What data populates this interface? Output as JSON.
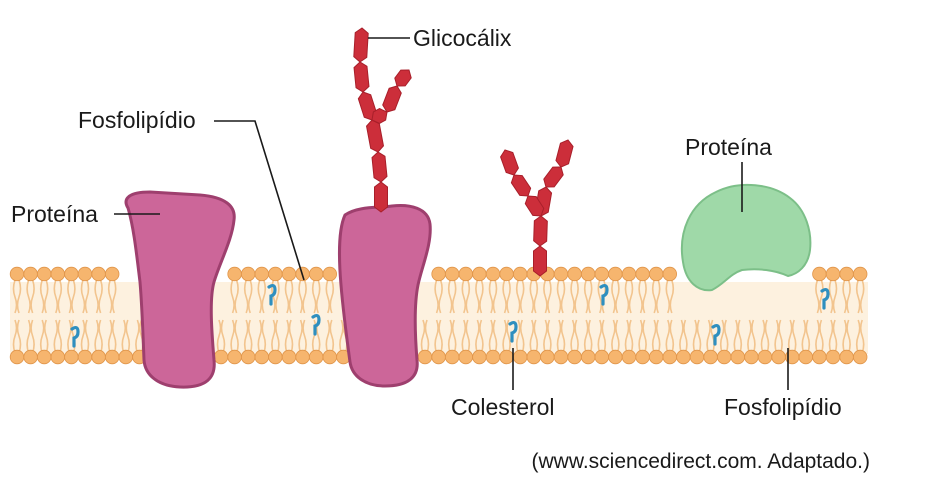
{
  "labels": {
    "glycocalyx": "Glicocálix",
    "phospholipid_top": "Fosfolipídio",
    "protein_left": "Proteína",
    "protein_right": "Proteína",
    "cholesterol": "Colesterol",
    "phospholipid_bottom": "Fosfolipídio"
  },
  "source": "(www.sciencedirect.com. Adaptado.)",
  "colors": {
    "lipid_head": "#f6b56e",
    "lipid_head_edge": "#e0954a",
    "lipid_tail": "#f2c48e",
    "membrane_core": "#fdf1df",
    "transmembrane_protein": "#cc6699",
    "transmembrane_protein_edge": "#9e3f6e",
    "peripheral_protein": "#9fd9a8",
    "peripheral_protein_edge": "#7cbf88",
    "glycocalyx_sugar": "#cc2e3a",
    "cholesterol": "#2f8fbf"
  }
}
